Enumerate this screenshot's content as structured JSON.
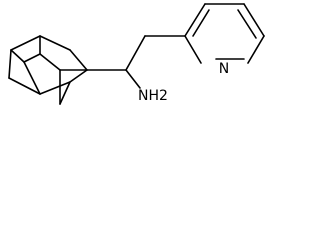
{
  "structure": {
    "atom_labels": {
      "amine": "NH2",
      "pyridine_nitrogen": "N"
    },
    "ring_systems": [
      "adamantane",
      "pyridine"
    ],
    "colors": {
      "bond": "#000000",
      "background": "#ffffff"
    }
  }
}
